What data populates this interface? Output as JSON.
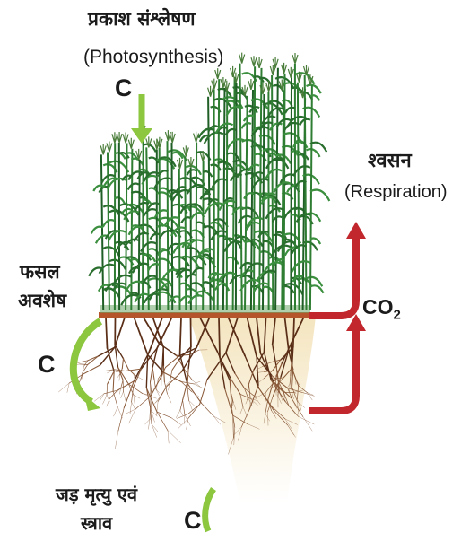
{
  "diagram": {
    "photosynthesis_hindi": "प्रकाश संश्लेषण",
    "photosynthesis_english": "(Photosynthesis)",
    "photosynthesis_carbon": "C",
    "respiration_hindi": "श्वसन",
    "respiration_english": "(Respiration)",
    "residue_line1": "फसल",
    "residue_line2": "अवशेष",
    "residue_carbon": "C",
    "co2_prefix": "CO",
    "co2_subscript": "2",
    "roots_line1": "जड़ मृत्यु एवं",
    "roots_line2": "स्त्राव",
    "roots_carbon": "C"
  },
  "colors": {
    "carbon_input_arrows": "#8dc63f",
    "respiration_arrows": "#c1272d",
    "crop_foliage": "#2e7d32",
    "soil_surface": "#b5552b",
    "roots": "#6b3a1f"
  }
}
